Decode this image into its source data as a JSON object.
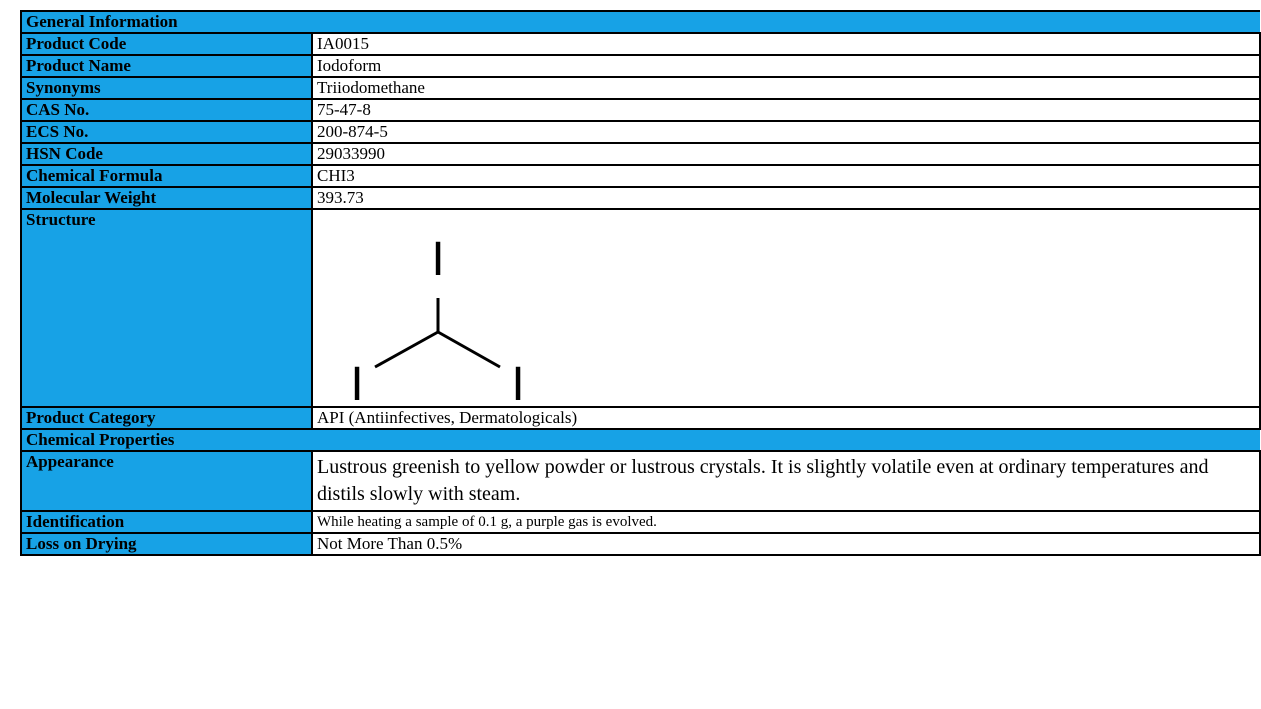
{
  "sections": {
    "general": "General Information",
    "chemical": "Chemical Properties"
  },
  "general_rows": [
    {
      "label": "Product Code",
      "value": "IA0015"
    },
    {
      "label": "Product Name",
      "value": "Iodoform"
    },
    {
      "label": "Synonyms",
      "value": "Triiodomethane"
    },
    {
      "label": "CAS No.",
      "value": "75-47-8"
    },
    {
      "label": "ECS No.",
      "value": "200-874-5"
    },
    {
      "label": "HSN Code",
      "value": "29033990"
    },
    {
      "label": "Chemical Formula",
      "value": "CHI3"
    },
    {
      "label": "Molecular Weight",
      "value": "393.73"
    }
  ],
  "structure": {
    "label": "Structure",
    "atoms": [
      "I",
      "I",
      "I"
    ]
  },
  "category": {
    "label": "Product Category",
    "value": "API (Antiinfectives, Dermatologicals)"
  },
  "chemical_rows": [
    {
      "label": "Appearance",
      "value": "Lustrous greenish to yellow powder or lustrous crystals. It is slightly volatile even at ordinary temperatures and distils slowly with steam."
    },
    {
      "label": "Identification",
      "value": "While heating a sample of 0.1 g, a purple gas is evolved."
    },
    {
      "label": "Loss on Drying",
      "value": "Not More Than 0.5%"
    }
  ],
  "colors": {
    "header_bg": "#17a2e6",
    "cell_bg": "#ffffff",
    "border": "#000000"
  }
}
